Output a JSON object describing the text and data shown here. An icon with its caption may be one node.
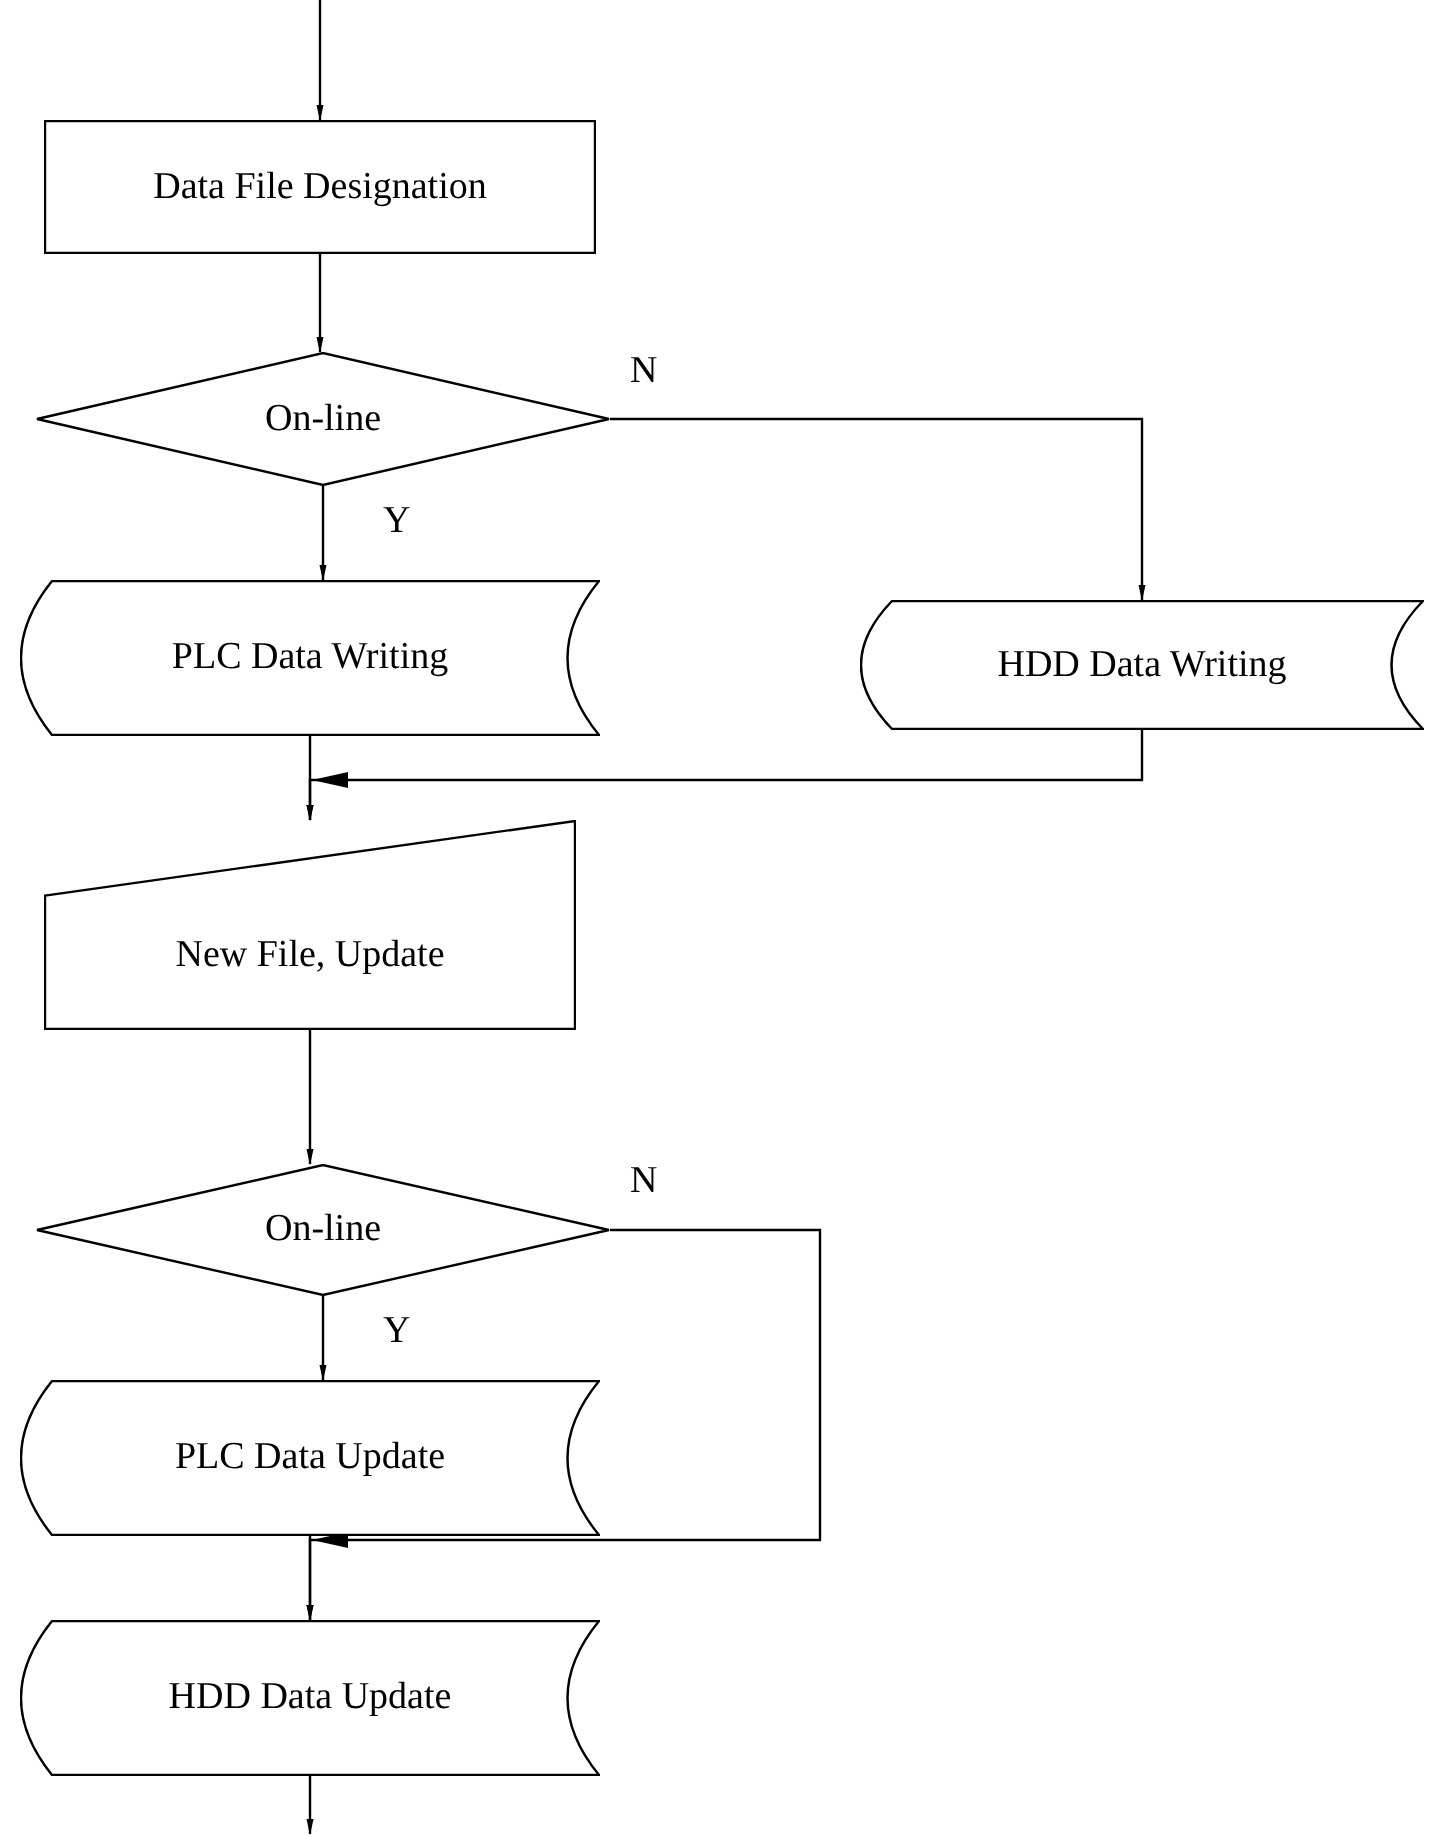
{
  "diagram": {
    "nodes": [
      {
        "text": [
          "Data File Designation"
        ]
      },
      {
        "text": [
          "On-line"
        ]
      },
      {
        "text": [
          "PLC Data Writing"
        ]
      },
      {
        "text": [
          "HDD Data Writing"
        ]
      },
      {
        "text": [
          "New File, Update"
        ]
      },
      {
        "text": [
          "On-line"
        ]
      },
      {
        "text": [
          "PLC Data Update"
        ]
      },
      {
        "text": [
          "HDD Data Update"
        ]
      }
    ],
    "edges": [
      {
        "from": null,
        "to": 0,
        "arrow": "to"
      },
      {
        "from": 0,
        "to": 1,
        "arrow": "to"
      },
      {
        "from": 1,
        "to": 2,
        "arrow": "to",
        "label": "Y"
      },
      {
        "from": 1,
        "to": 3,
        "arrow": "to",
        "label": "N"
      },
      {
        "from": 2,
        "to": 4,
        "arrow": "to"
      },
      {
        "from": 3,
        "to": 4,
        "arrow": "to"
      },
      {
        "from": 4,
        "to": 5,
        "arrow": "to"
      },
      {
        "from": 5,
        "to": 6,
        "arrow": "to",
        "label": "Y"
      },
      {
        "from": 5,
        "to": 7,
        "arrow": "to",
        "label": "N"
      },
      {
        "from": 6,
        "to": 7,
        "arrow": "to"
      },
      {
        "from": 7,
        "to": null,
        "arrow": "to"
      }
    ]
  }
}
